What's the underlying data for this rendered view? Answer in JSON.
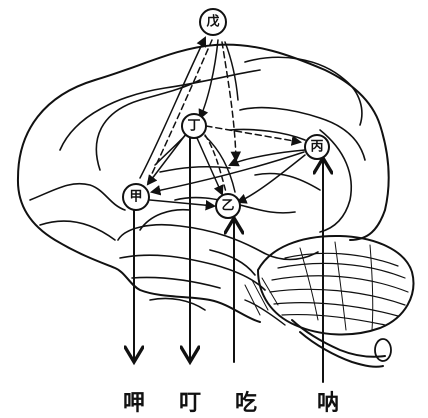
{
  "nodes": {
    "wu": "戊",
    "ding": "丁",
    "bing": "丙",
    "jia": "甲",
    "yi": "乙"
  },
  "bottom_labels": {
    "jia": "呷",
    "ding": "叮",
    "yi": "吃",
    "bing": "呐"
  },
  "colors": {
    "ink": "#111111",
    "paper": "#ffffff"
  }
}
